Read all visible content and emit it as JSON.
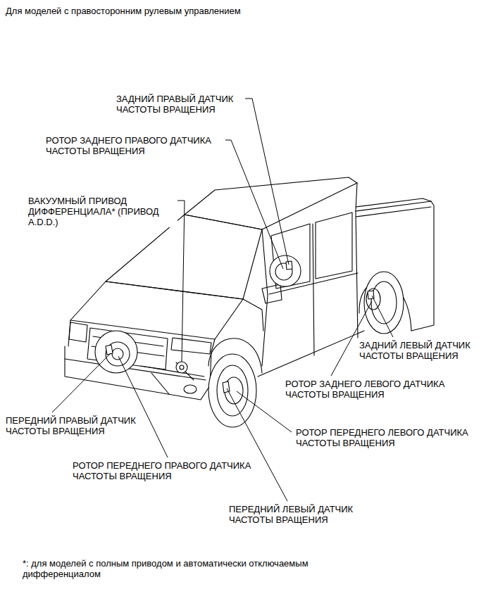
{
  "diagram": {
    "title": "Для моделей с правосторонним рулевым управлением",
    "labels": [
      "ЗАДНИЙ ПРАВЫЙ ДАТЧИК ЧАСТОТЫ ВРАЩЕНИЯ",
      "РОТОР ЗАДНЕГО ПРАВОГО ДАТЧИКА ЧАСТОТЫ ВРАЩЕНИЯ",
      "ВАКУУМНЫЙ ПРИВОД ДИФФЕРЕНЦИАЛА* (ПРИВОД A.D.D.)",
      "ЗАДНИЙ ЛЕВЫЙ ДАТЧИК ЧАСТОТЫ ВРАЩЕНИЯ",
      "РОТОР ЗАДНЕГО ЛЕВОГО ДАТЧИКА ЧАСТОТЫ ВРАЩЕНИЯ",
      "ПЕРЕДНИЙ ПРАВЫЙ ДАТЧИК ЧАСТОТЫ ВРАЩЕНИЯ",
      "РОТОР ПЕРЕДНЕГО ЛЕВОГО ДАТЧИКА ЧАСТОТЫ ВРАЩЕНИЯ",
      "РОТОР ПЕРЕДНЕГО ПРАВОГО ДАТЧИКА ЧАСТОТЫ ВРАЩЕНИЯ",
      "ПЕРЕДНИЙ ЛЕВЫЙ ДАТЧИК ЧАСТОТЫ ВРАЩЕНИЯ",
      "*: для моделей с полным приводом и автоматически отключаемым дифференциалом"
    ]
  }
}
